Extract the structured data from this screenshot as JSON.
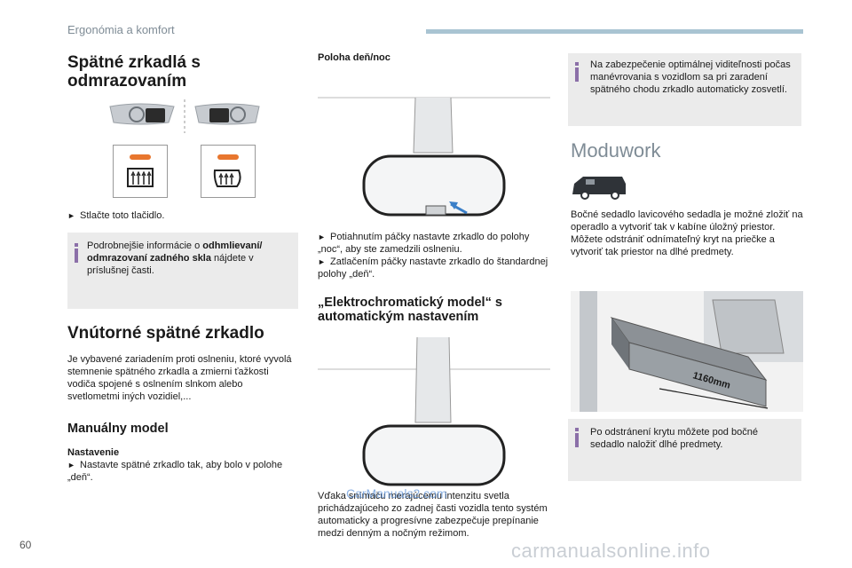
{
  "header": {
    "section_title": "Ergonómia a komfort"
  },
  "page_number": "60",
  "left": {
    "heated_title": "Spätné zrkadlá s odmrazovaním",
    "press_button": "Stlačte toto tlačidlo.",
    "info1_prefix": "Podrobnejšie informácie o ",
    "info1_bold": "odhmlievaní/ odmrazovaní zadného skla",
    "info1_suffix": " nájdete v príslušnej časti.",
    "inner_title": "Vnútorné spätné zrkadlo",
    "inner_text": "Je vybavené zariadením proti oslneniu, ktoré vyvolá stemnenie spätného zrkadla a zmierni ťažkosti vodiča spojené s oslnením slnkom alebo svetlometmi iných vozidiel,...",
    "manual_title": "Manuálny model",
    "setting_label": "Nastavenie",
    "setting_text": "Nastavte spätné zrkadlo tak, aby bolo v polohe „deň“."
  },
  "middle": {
    "daynight_title": "Poloha deň/noc",
    "bullet1": "Potiahnutím páčky nastavte zrkadlo do polohy „noc“, aby ste zamedzili oslneniu.",
    "bullet2": "Zatlačením páčky nastavte zrkadlo do štandardnej polohy „deň“.",
    "electro_title": "„Elektrochromatický model“ s automatickým nastavením",
    "electro_text": "Vďaka snímaču merajúcemu intenzitu svetla prichádzajúceho zo zadnej časti vozidla tento systém automaticky a progresívne zabezpečuje prepínanie medzi denným a nočným režimom."
  },
  "right": {
    "info_top": "Na zabezpečenie optimálnej viditeľnosti počas manévrovania s vozidlom sa pri zaradení spätného chodu zrkadlo automaticky zosvetlí.",
    "moduwork_title": "Moduwork",
    "moduwork_text1": "Bočné sedadlo lavicového sedadla je možné zložiť na operadlo a vytvoriť tak v kabíne úložný priestor.",
    "moduwork_text2": "Môžete odstrániť odnímateľný kryt na priečke a vytvoriť tak priestor na dlhé predmety.",
    "length_label": "1160mm",
    "info_bottom": "Po odstránení krytu môžete pod bočné sedadlo naložiť dlhé predmety."
  },
  "watermark": "CarManuals2.com",
  "footer_watermark": "carmanualsonline.info",
  "colors": {
    "accent": "#a9c4d2",
    "info_bg": "#ebebeb",
    "info_mark": "#8b6fa8",
    "heater_orange": "#e8762e"
  }
}
